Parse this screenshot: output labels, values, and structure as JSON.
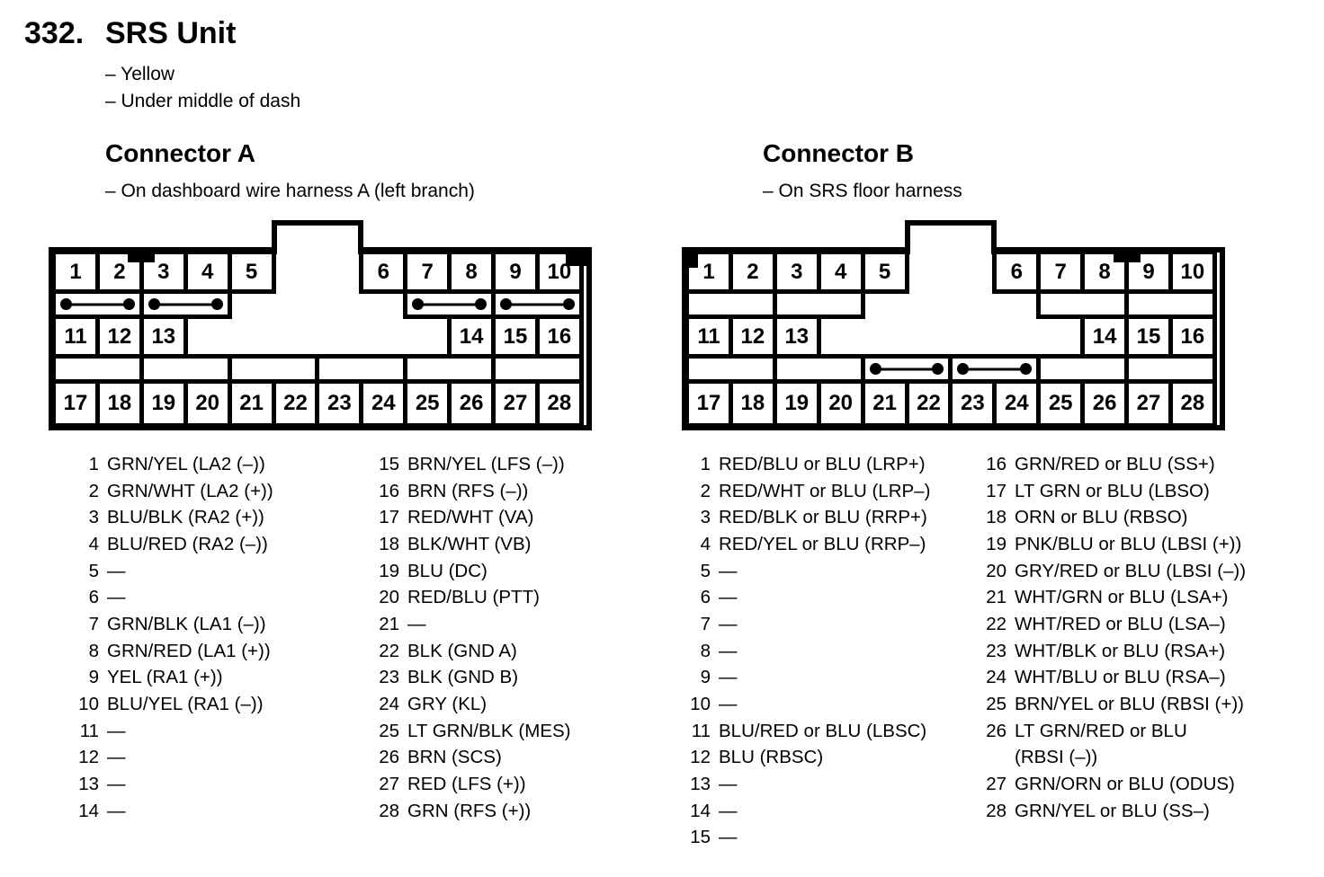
{
  "page": {
    "number": "332.",
    "title": "SRS Unit",
    "notes": [
      "– Yellow",
      "– Under middle of dash"
    ]
  },
  "connector_a": {
    "heading": "Connector A",
    "note": "– On dashboard wire harness A (left branch)",
    "diagram": {
      "top_left": [
        "1",
        "2",
        "3",
        "4",
        "5"
      ],
      "top_right": [
        "6",
        "7",
        "8",
        "9",
        "10"
      ],
      "mid_left": [
        "11",
        "12",
        "13"
      ],
      "mid_right": [
        "14",
        "15",
        "16"
      ],
      "bottom": [
        "17",
        "18",
        "19",
        "20",
        "21",
        "22",
        "23",
        "24",
        "25",
        "26",
        "27",
        "28"
      ],
      "row2_jumpers": [
        true,
        true,
        true,
        true
      ],
      "row4_jumpers": [
        false,
        false,
        false,
        false,
        false,
        false
      ],
      "notches": [
        {
          "type": "wall",
          "between_pins": "2-3",
          "wall_col": 2
        },
        {
          "type": "corner",
          "pin": "10",
          "side": "right"
        }
      ]
    },
    "pins_col1": [
      {
        "pin": "1",
        "label": "GRN/YEL (LA2 (–))"
      },
      {
        "pin": "2",
        "label": "GRN/WHT (LA2 (+))"
      },
      {
        "pin": "3",
        "label": "BLU/BLK (RA2 (+))"
      },
      {
        "pin": "4",
        "label": "BLU/RED (RA2 (–))"
      },
      {
        "pin": "5",
        "label": "—"
      },
      {
        "pin": "6",
        "label": "—"
      },
      {
        "pin": "7",
        "label": "GRN/BLK (LA1 (–))"
      },
      {
        "pin": "8",
        "label": "GRN/RED (LA1 (+))"
      },
      {
        "pin": "9",
        "label": "YEL (RA1 (+))"
      },
      {
        "pin": "10",
        "label": "BLU/YEL (RA1 (–))"
      },
      {
        "pin": "11",
        "label": "—"
      },
      {
        "pin": "12",
        "label": "—"
      },
      {
        "pin": "13",
        "label": "—"
      },
      {
        "pin": "14",
        "label": "—"
      }
    ],
    "pins_col2": [
      {
        "pin": "15",
        "label": "BRN/YEL (LFS (–))"
      },
      {
        "pin": "16",
        "label": "BRN (RFS (–))"
      },
      {
        "pin": "17",
        "label": "RED/WHT (VA)"
      },
      {
        "pin": "18",
        "label": "BLK/WHT (VB)"
      },
      {
        "pin": "19",
        "label": "BLU (DC)"
      },
      {
        "pin": "20",
        "label": "RED/BLU (PTT)"
      },
      {
        "pin": "21",
        "label": "—"
      },
      {
        "pin": "22",
        "label": "BLK (GND A)"
      },
      {
        "pin": "23",
        "label": "BLK (GND B)"
      },
      {
        "pin": "24",
        "label": "GRY (KL)"
      },
      {
        "pin": "25",
        "label": "LT GRN/BLK (MES)"
      },
      {
        "pin": "26",
        "label": "BRN (SCS)"
      },
      {
        "pin": "27",
        "label": "RED (LFS (+))"
      },
      {
        "pin": "28",
        "label": "GRN (RFS (+))"
      }
    ]
  },
  "connector_b": {
    "heading": "Connector B",
    "note": "– On SRS floor harness",
    "diagram": {
      "top_left": [
        "1",
        "2",
        "3",
        "4",
        "5"
      ],
      "top_right": [
        "6",
        "7",
        "8",
        "9",
        "10"
      ],
      "mid_left": [
        "11",
        "12",
        "13"
      ],
      "mid_right": [
        "14",
        "15",
        "16"
      ],
      "bottom": [
        "17",
        "18",
        "19",
        "20",
        "21",
        "22",
        "23",
        "24",
        "25",
        "26",
        "27",
        "28"
      ],
      "row2_jumpers": [
        false,
        false,
        false,
        false
      ],
      "row4_jumpers": [
        false,
        false,
        true,
        true,
        false,
        false
      ],
      "notches": [
        {
          "type": "corner",
          "pin": "1",
          "side": "left"
        },
        {
          "type": "wall",
          "between_pins": "8-9",
          "wall_col": 10
        }
      ]
    },
    "pins_col1": [
      {
        "pin": "1",
        "label": "RED/BLU or BLU (LRP+)"
      },
      {
        "pin": "2",
        "label": "RED/WHT or BLU (LRP–)"
      },
      {
        "pin": "3",
        "label": "RED/BLK or BLU (RRP+)"
      },
      {
        "pin": "4",
        "label": "RED/YEL or BLU (RRP–)"
      },
      {
        "pin": "5",
        "label": "—"
      },
      {
        "pin": "6",
        "label": "—"
      },
      {
        "pin": "7",
        "label": "—"
      },
      {
        "pin": "8",
        "label": "—"
      },
      {
        "pin": "9",
        "label": "—"
      },
      {
        "pin": "10",
        "label": "—"
      },
      {
        "pin": "11",
        "label": "BLU/RED or BLU (LBSC)"
      },
      {
        "pin": "12",
        "label": "BLU (RBSC)"
      },
      {
        "pin": "13",
        "label": "—"
      },
      {
        "pin": "14",
        "label": "—"
      },
      {
        "pin": "15",
        "label": "—"
      }
    ],
    "pins_col2": [
      {
        "pin": "16",
        "label": "GRN/RED or BLU (SS+)"
      },
      {
        "pin": "17",
        "label": "LT GRN or BLU (LBSO)"
      },
      {
        "pin": "18",
        "label": "ORN or BLU (RBSO)"
      },
      {
        "pin": "19",
        "label": "PNK/BLU or BLU (LBSI (+))"
      },
      {
        "pin": "20",
        "label": "GRY/RED or BLU (LBSI (–))"
      },
      {
        "pin": "21",
        "label": "WHT/GRN or BLU (LSA+)"
      },
      {
        "pin": "22",
        "label": "WHT/RED or BLU (LSA–)"
      },
      {
        "pin": "23",
        "label": "WHT/BLK or BLU (RSA+)"
      },
      {
        "pin": "24",
        "label": "WHT/BLU or BLU (RSA–)"
      },
      {
        "pin": "25",
        "label": "BRN/YEL or BLU (RBSI (+))"
      },
      {
        "pin": "26",
        "label": "LT GRN/RED or BLU\n(RBSI (–))"
      },
      {
        "pin": "27",
        "label": "GRN/ORN or BLU (ODUS)"
      },
      {
        "pin": "28",
        "label": "GRN/YEL or BLU (SS–)"
      }
    ]
  }
}
